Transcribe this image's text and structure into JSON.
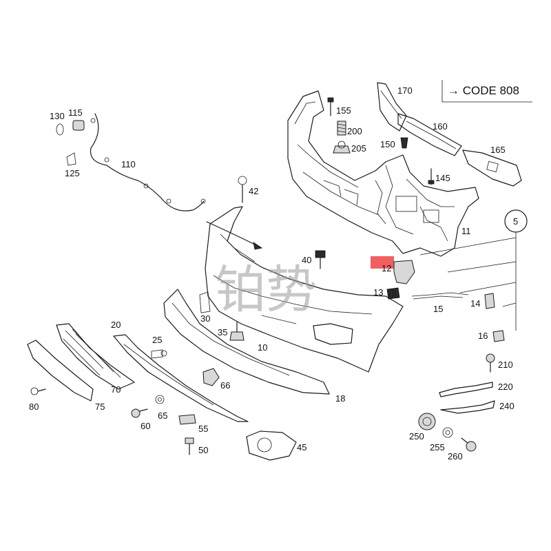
{
  "code_box": {
    "text": "→ CODE 808"
  },
  "watermark": {
    "text": "铂势"
  },
  "highlight_color": "#f06060",
  "labels": {
    "l130": "130",
    "l115": "115",
    "l125": "125",
    "l110": "110",
    "l42": "42",
    "l40": "40",
    "l30": "30",
    "l35": "35",
    "l10": "10",
    "l20": "20",
    "l25": "25",
    "l66": "66",
    "l18": "18",
    "l80": "80",
    "l70": "70",
    "l75": "75",
    "l60": "60",
    "l65": "65",
    "l55": "55",
    "l50": "50",
    "l45": "45",
    "l155": "155",
    "l200": "200",
    "l205": "205",
    "l150": "150",
    "l170": "170",
    "l160": "160",
    "l165": "165",
    "l145": "145",
    "l11": "11",
    "l5": "5",
    "l12": "12",
    "l13": "13",
    "l15": "15",
    "l14": "14",
    "l16": "16",
    "l210": "210",
    "l220": "220",
    "l240": "240",
    "l250": "250",
    "l255": "255",
    "l260": "260"
  }
}
